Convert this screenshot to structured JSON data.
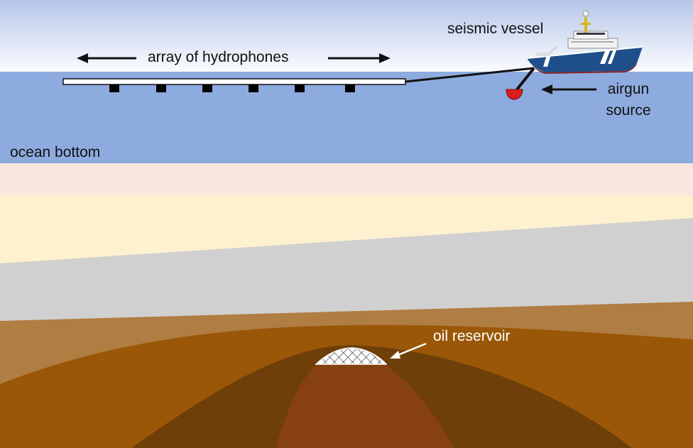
{
  "labels": {
    "hydrophones": "array of hydrophones",
    "vessel": "seismic vessel",
    "airgun_line1": "airgun",
    "airgun_line2": "source",
    "ocean_bottom": "ocean bottom",
    "reservoir": "oil reservoir"
  },
  "colors": {
    "sky_top": "#b6c6e8",
    "sky_bottom": "#fbfcff",
    "water": "#8eabdf",
    "layer_pink": "#fae6dc",
    "layer_cream": "#fef1d0",
    "layer_gray": "#d0d0d0",
    "layer_tan": "#b07d42",
    "layer_orange": "#9a5708",
    "layer_darkbrown": "#6e3f08",
    "core_rust": "#87400f",
    "hull_blue": "#1f4f8a",
    "hull_red": "#8b2020",
    "airgun_red": "#d91e1e",
    "ink": "#111111"
  },
  "icons": {
    "vessel": "ship-icon",
    "airgun": "airgun-buoy-icon",
    "reservoir": "reservoir-mesh-icon"
  }
}
